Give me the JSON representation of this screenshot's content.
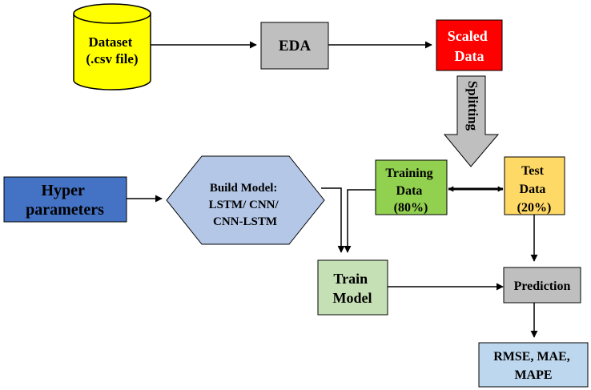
{
  "nodes": {
    "dataset": {
      "lines": [
        "Dataset",
        "(.csv file)"
      ],
      "color": "#ffff00",
      "shape": "cylinder"
    },
    "eda": {
      "lines": [
        "EDA"
      ],
      "color": "#bfbfbf"
    },
    "scaled": {
      "lines": [
        "Scaled",
        "Data"
      ],
      "color": "#ff0000"
    },
    "splitting": {
      "label": "Splitting",
      "color": "#bfbfbf",
      "shape": "down-arrow"
    },
    "hyper": {
      "lines": [
        "Hyper",
        "parameters"
      ],
      "color": "#4472c4"
    },
    "build": {
      "lines": [
        "Build Model:",
        "LSTM/ CNN/",
        "CNN-LSTM"
      ],
      "color": "#b4c7e7",
      "shape": "hexagon"
    },
    "training": {
      "lines": [
        "Training",
        "Data",
        "(80%)"
      ],
      "color": "#92d050"
    },
    "test": {
      "lines": [
        "Test",
        "Data",
        "(20%)"
      ],
      "color": "#ffd966"
    },
    "train_model": {
      "lines": [
        "Train",
        "Model"
      ],
      "color": "#c5e0b4"
    },
    "prediction": {
      "lines": [
        "Prediction"
      ],
      "color": "#bfbfbf"
    },
    "metrics": {
      "lines": [
        "RMSE, MAE,",
        "MAPE"
      ],
      "color": "#bdd7ee"
    }
  }
}
